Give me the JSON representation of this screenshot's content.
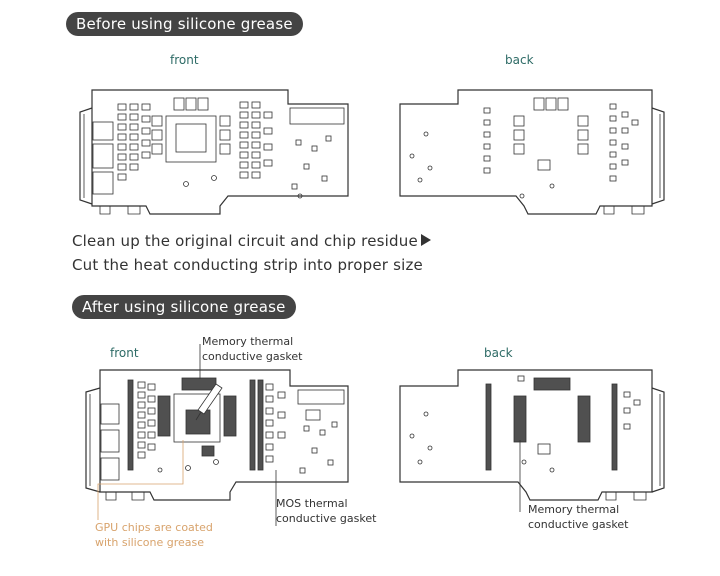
{
  "sections": {
    "before": {
      "title": "Before using silicone grease",
      "front_label": "front",
      "back_label": "back",
      "caption_line1": "Clean up the original circuit and chip residue",
      "caption_line2": "Cut the heat conducting strip into proper size"
    },
    "after": {
      "title": "After using silicone grease",
      "front_label": "front",
      "back_label": "back",
      "callout_memory_front": [
        "Memory thermal",
        "conductive gasket"
      ],
      "callout_gpu": [
        "GPU chips are coated",
        "with silicone grease"
      ],
      "callout_mos": [
        "MOS thermal",
        "conductive gasket"
      ],
      "callout_memory_back": [
        "Memory thermal",
        "conductive gasket"
      ]
    }
  },
  "colors": {
    "pill_bg": "#444444",
    "label_teal": "#2e6b66",
    "callout_orange": "#d8a36c",
    "pad_fill": "#505050"
  },
  "icons": [
    "arrow-right-icon"
  ]
}
